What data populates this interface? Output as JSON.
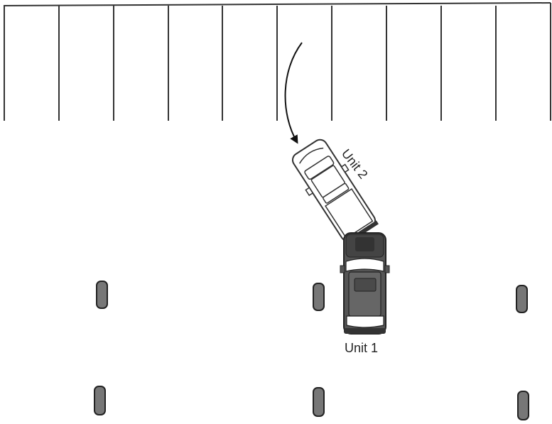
{
  "diagram": {
    "labels": {
      "unit1": "Unit 1",
      "unit2": "Unit 2"
    },
    "parking_stalls": {
      "count": 10
    },
    "vehicles": [
      {
        "id": "unit1",
        "type": "suv",
        "color": "#555555"
      },
      {
        "id": "unit2",
        "type": "pickup-truck",
        "color": "#ffffff"
      }
    ],
    "parking_blocks": {
      "rows": 2,
      "per_row": 3,
      "color": "#777777"
    },
    "path_arrow": {
      "icon": "curved-arrow-icon"
    }
  }
}
